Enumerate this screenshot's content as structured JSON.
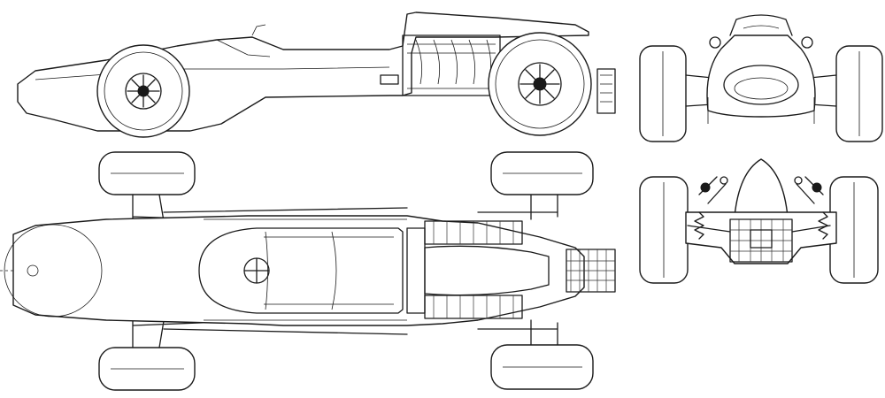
{
  "drawing": {
    "line_color": "#1a1a1a",
    "background": "#ffffff",
    "views": [
      "side-view",
      "top-view",
      "front-view",
      "rear-view"
    ]
  }
}
